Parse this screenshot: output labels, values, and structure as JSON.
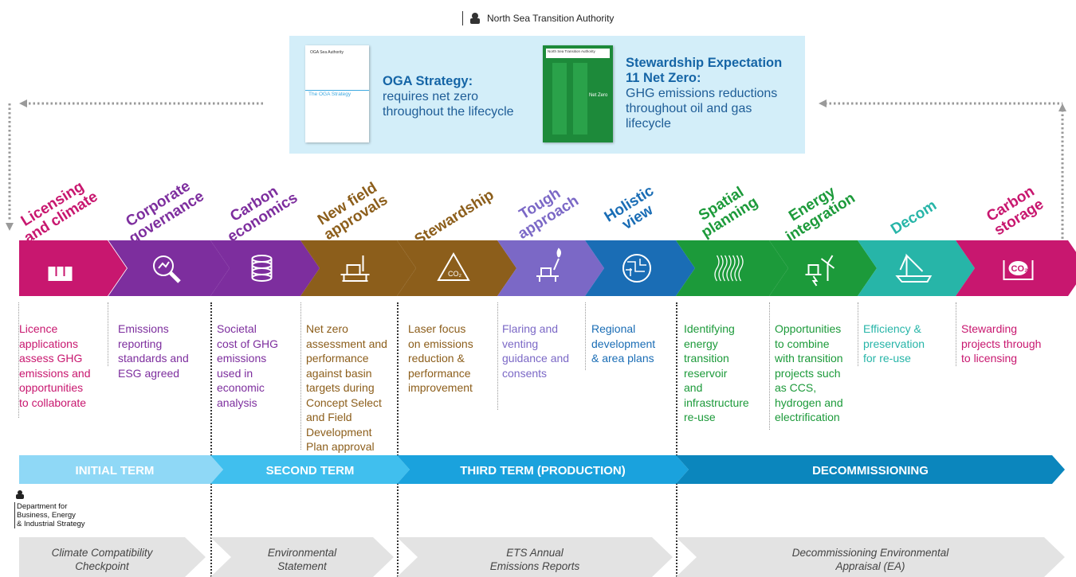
{
  "header": {
    "org": "North Sea Transition Authority"
  },
  "banner": {
    "doc1": {
      "cover_org": "OGA Sea Authority",
      "cover_title": "The OGA Strategy",
      "title": "OGA Strategy:",
      "lines": [
        "requires net zero",
        "throughout the lifecycle"
      ]
    },
    "doc2": {
      "cover_org": "North Sea Transition Authority",
      "cover_title": "Net Zero",
      "title_lines": [
        "Stewardship Expectation",
        "11 Net Zero:"
      ],
      "lines": [
        "GHG emissions reductions",
        "throughout oil and gas",
        "lifecycle"
      ]
    }
  },
  "stages": [
    {
      "label": [
        "Licensing",
        "and climate"
      ],
      "color": "#c8176f",
      "icon": "drilling-rig-icon",
      "text": [
        "Licence",
        "applications",
        "assess GHG",
        "emissions and",
        "opportunities",
        "to collaborate"
      ]
    },
    {
      "label": [
        "Corporate",
        "governance"
      ],
      "color": "#7d2e9e",
      "icon": "magnifier-icon",
      "text": [
        "Emissions",
        "reporting",
        "standards and",
        "ESG agreed"
      ]
    },
    {
      "label": [
        "Carbon",
        "economics"
      ],
      "color": "#7d2e9e",
      "icon": "coin-stack-icon",
      "text": [
        "Societal",
        "cost of GHG",
        "emissions",
        "used in",
        "economic",
        "analysis"
      ]
    },
    {
      "label": [
        "New field",
        "approvals"
      ],
      "color": "#8c5e1b",
      "icon": "platform-icon",
      "text": [
        "Net zero",
        "assessment and",
        "performance",
        "against basin",
        "targets during",
        "Concept Select",
        "and Field",
        "Development",
        "Plan approval"
      ]
    },
    {
      "label": [
        "Stewardship"
      ],
      "color": "#8c5e1b",
      "icon": "warning-co2-icon",
      "text": [
        "Laser focus",
        "on emissions",
        "reduction &",
        "performance",
        "improvement"
      ]
    },
    {
      "label": [
        "Tough",
        "approach"
      ],
      "color": "#7b68c6",
      "icon": "flare-platform-icon",
      "text": [
        "Flaring and",
        "venting",
        "guidance and",
        "consents"
      ]
    },
    {
      "label": [
        "Holistic",
        "view"
      ],
      "color": "#1a6db5",
      "icon": "network-globe-icon",
      "text": [
        "Regional",
        "development",
        "& area plans"
      ]
    },
    {
      "label": [
        "Spatial",
        "planning"
      ],
      "color": "#1c9a3a",
      "icon": "wave-map-icon",
      "text": [
        "Identifying",
        "energy",
        "transition",
        "reservoir",
        "and",
        "infrastructure",
        "re-use"
      ]
    },
    {
      "label": [
        "Energy",
        "integration"
      ],
      "color": "#1c9a3a",
      "icon": "wind-hydrogen-icon",
      "text": [
        "Opportunities",
        "to combine",
        "with transition",
        "projects such",
        "as CCS,",
        "hydrogen and",
        "electrification"
      ]
    },
    {
      "label": [
        "Decom"
      ],
      "color": "#27b5a8",
      "icon": "crane-vessel-icon",
      "text": [
        "Efficiency &",
        "preservation",
        "for re-use"
      ]
    },
    {
      "label": [
        "Carbon",
        "storage"
      ],
      "color": "#c8176f",
      "icon": "co2-storage-icon",
      "text": [
        "Stewarding",
        "projects through",
        "to licensing"
      ]
    }
  ],
  "terms": [
    "INITIAL TERM",
    "SECOND TERM",
    "THIRD TERM (PRODUCTION)",
    "DECOMMISSIONING"
  ],
  "beis": {
    "lines": [
      "Department for",
      "Business, Energy",
      "& Industrial Strategy"
    ]
  },
  "reports": [
    {
      "lines": [
        "Climate Compatibility",
        "Checkpoint"
      ]
    },
    {
      "lines": [
        "Environmental",
        "Statement"
      ]
    },
    {
      "lines": [
        "ETS Annual",
        "Emissions Reports"
      ]
    },
    {
      "lines": [
        "Decommissioning Environmental",
        "Appraisal (EA)"
      ]
    }
  ]
}
